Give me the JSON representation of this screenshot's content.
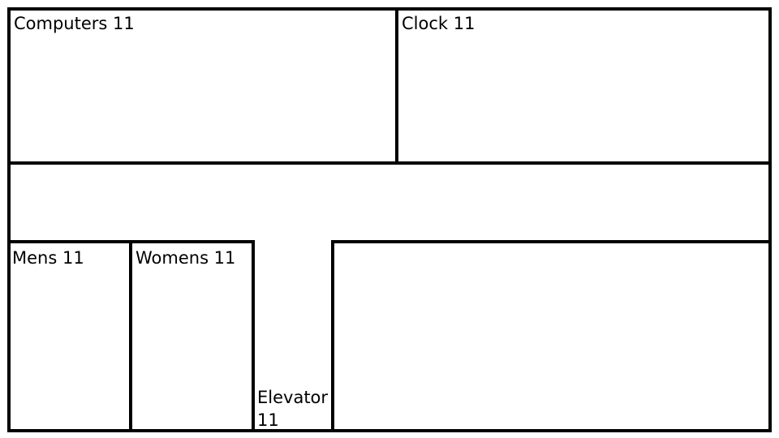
{
  "rooms": {
    "computers": "Computers 11",
    "clock": "Clock 11",
    "mens": "Mens 11",
    "womens": "Womens 11",
    "elevator": "Elevator 11"
  },
  "colors": {
    "wall": "#000000",
    "background": "#ffffff"
  }
}
